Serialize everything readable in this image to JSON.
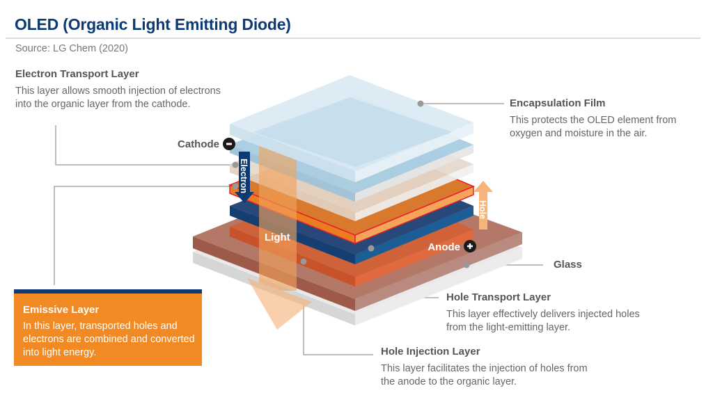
{
  "header": {
    "title": "OLED (Organic Light Emitting Diode)",
    "source": "Source: LG Chem (2020)"
  },
  "labels": {
    "electron_transport": {
      "title": "Electron Transport Layer",
      "description": "This layer allows smooth injection of electrons into the organic layer from the cathode."
    },
    "encapsulation": {
      "title": "Encapsulation Film",
      "description": "This protects the OLED element from oxygen and moisture in the air."
    },
    "emissive": {
      "title": "Emissive Layer",
      "description": "In this layer, transported holes and electrons are combined and converted into light energy."
    },
    "glass": {
      "title": "Glass"
    },
    "hole_transport": {
      "title": "Hole Transport Layer",
      "description": "This layer effectively delivers injected holes from the light-emitting layer."
    },
    "hole_injection": {
      "title": "Hole Injection Layer",
      "description": "This layer facilitates the injection of holes from the anode to the organic layer."
    }
  },
  "diagram": {
    "cathode_label": "Cathode",
    "cathode_sign": "−",
    "anode_label": "Anode",
    "anode_sign": "+",
    "electron_arrow_label": "Electron",
    "hole_arrow_label": "Hole",
    "light_label": "Light",
    "colors": {
      "title": "#0c3a73",
      "emissive_box": "#f28a24",
      "encapsulation": "#cfe3f0",
      "cathode_layer": "#a9cde2",
      "etl": "#e6e6e6",
      "eml": "#f39a4a",
      "eml_outline": "#e8202a",
      "htl": "#1e4f86",
      "hil": "#d9643a",
      "anode_layer": "#b37868",
      "glass": "#e4e4e4",
      "light_beam": "#f6b37a"
    }
  }
}
